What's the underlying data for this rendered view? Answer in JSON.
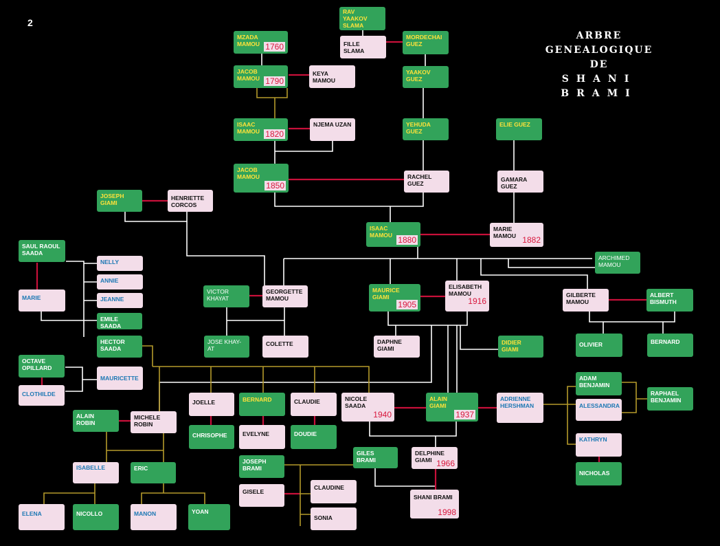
{
  "page_number": "2",
  "title": [
    "ARBRE GENEALOGIQUE",
    "DE",
    "SHANI BRAMI"
  ],
  "colors": {
    "male_box": "#32a35a",
    "female_box": "#f3dde9",
    "marriage_line": "#c8103a",
    "descent_line": "#ffffff",
    "sibling_line": "#b59a2a",
    "year_text": "#d8173c"
  },
  "people": {
    "mzada_mamou": {
      "name": "MZADA\nMAMOU",
      "year": "1760"
    },
    "jacob_mamou_1790": {
      "name": "JACOB\nMAMOU",
      "year": "1790"
    },
    "keya_mamou": {
      "name": "KEYA MAMOU"
    },
    "isaac_mamou_1820": {
      "name": "ISAAC\nMAMOU",
      "year": "1820"
    },
    "njema_uzan": {
      "name": "NJEMA UZAN"
    },
    "jacob_mamou_1850": {
      "name": "JACOB\nMAMOU",
      "year": "1850"
    },
    "rav_yaakov_slama": {
      "name": "RAV\nYAAKOV\nSLAMA"
    },
    "fille_slama": {
      "name": "FILLE\nSLAMA"
    },
    "mordechai_guez": {
      "name": "MORDECHAI\nGUEZ"
    },
    "yaakov_guez": {
      "name": "YAAKOV\nGUEZ"
    },
    "yehuda_guez": {
      "name": "YEHUDA\nGUEZ"
    },
    "rachel_guez": {
      "name": "RACHEL\nGUEZ"
    },
    "elie_guez": {
      "name": "ELIE GUEZ"
    },
    "gamara_guez": {
      "name": "GAMARA\nGUEZ"
    },
    "isaac_mamou_1880": {
      "name": "ISAAC\nMAMOU",
      "year": "1880"
    },
    "marie_mamou": {
      "name": "MARIE\nMAMOU",
      "year": "1882"
    },
    "joseph_giami": {
      "name": "JOSEPH\nGIAMI"
    },
    "henriette_corcos": {
      "name": "HENRIETTE\nCORCOS"
    },
    "archimed_mamou": {
      "name": "ARCHIMED\nMAMOU"
    },
    "saul_raoul_saada": {
      "name": "SAUL RAOUL\nSAADA"
    },
    "marie_saada": {
      "name": "MARIE"
    },
    "nelly": {
      "name": "NELLY"
    },
    "annie": {
      "name": "ANNIE"
    },
    "jeanne": {
      "name": "JEANNE"
    },
    "emile_saada": {
      "name": "EMILE\nSAADA"
    },
    "hector_saada": {
      "name": "HECTOR\nSAADA"
    },
    "victor_khayat": {
      "name": "VICTOR\nKHAYAT"
    },
    "georgette_mamou": {
      "name": "GEORGETTE\nMAMOU"
    },
    "jose_khayat": {
      "name": "JOSE KHAY-\nAT"
    },
    "colette": {
      "name": "COLETTE"
    },
    "maurice_giami": {
      "name": "MAURICE\nGIAMI",
      "year": "1905"
    },
    "elisabeth_mamou": {
      "name": "ELISABETH\nMAMOU",
      "year": "1916"
    },
    "daphne_giami": {
      "name": "DAPHNE\nGIAMI"
    },
    "didier_giami": {
      "name": "DIDIER\nGIAMI"
    },
    "gilberte_mamou": {
      "name": "GILBERTE\nMAMOU"
    },
    "albert_bismuth": {
      "name": "ALBERT\nBISMUTH"
    },
    "olivier": {
      "name": "OLIVIER"
    },
    "bernard_bismuth": {
      "name": "BERNARD"
    },
    "octave_opillard": {
      "name": "OCTAVE\nOPILLARD"
    },
    "clothilde": {
      "name": "CLOTHILDE"
    },
    "mauricette": {
      "name": "MAURICETTE"
    },
    "joelle": {
      "name": "JOELLE"
    },
    "bernard": {
      "name": "BERNARD"
    },
    "claudie": {
      "name": "CLAUDIE"
    },
    "nicole_saada": {
      "name": "NICOLE\nSAADA",
      "year": "1940"
    },
    "alain_giami": {
      "name": "ALAIN\nGIAMI",
      "year": "1937"
    },
    "adrienne_hershman": {
      "name": "ADRIENNE\nHERSHMAN"
    },
    "adam_benjamin": {
      "name": "ADAM\nBENJAMIN"
    },
    "alessandra": {
      "name": "ALESSANDRA"
    },
    "raphael_benjamin": {
      "name": "RAPHAEL\nBENJAMIN"
    },
    "kathryn": {
      "name": "KATHRYN"
    },
    "nicholas": {
      "name": "NICHOLAS"
    },
    "chrisophe": {
      "name": "CHRISOPHE"
    },
    "evelyne": {
      "name": "EVELYNE"
    },
    "doudie": {
      "name": "DOUDIE"
    },
    "alain_robin": {
      "name": "ALAIN\nROBIN"
    },
    "michele_robin": {
      "name": "MICHELE\nROBIN"
    },
    "isabelle": {
      "name": "ISABELLE"
    },
    "eric": {
      "name": "ERIC"
    },
    "elena": {
      "name": "ELENA"
    },
    "nicollo": {
      "name": "NICOLLO"
    },
    "manon": {
      "name": "MANON"
    },
    "yoan": {
      "name": "YOAN"
    },
    "joseph_brami": {
      "name": "JOSEPH\nBRAMI"
    },
    "giles_brami": {
      "name": "GILES\nBRAMI"
    },
    "gisele": {
      "name": "GISELE"
    },
    "claudine": {
      "name": "CLAUDINE"
    },
    "sonia": {
      "name": "SONIA"
    },
    "delphine_giami": {
      "name": "DELPHINE\nGIAMI",
      "year": "1966"
    },
    "shani_brami": {
      "name": "SHANI BRAMI",
      "year": "1998"
    }
  }
}
